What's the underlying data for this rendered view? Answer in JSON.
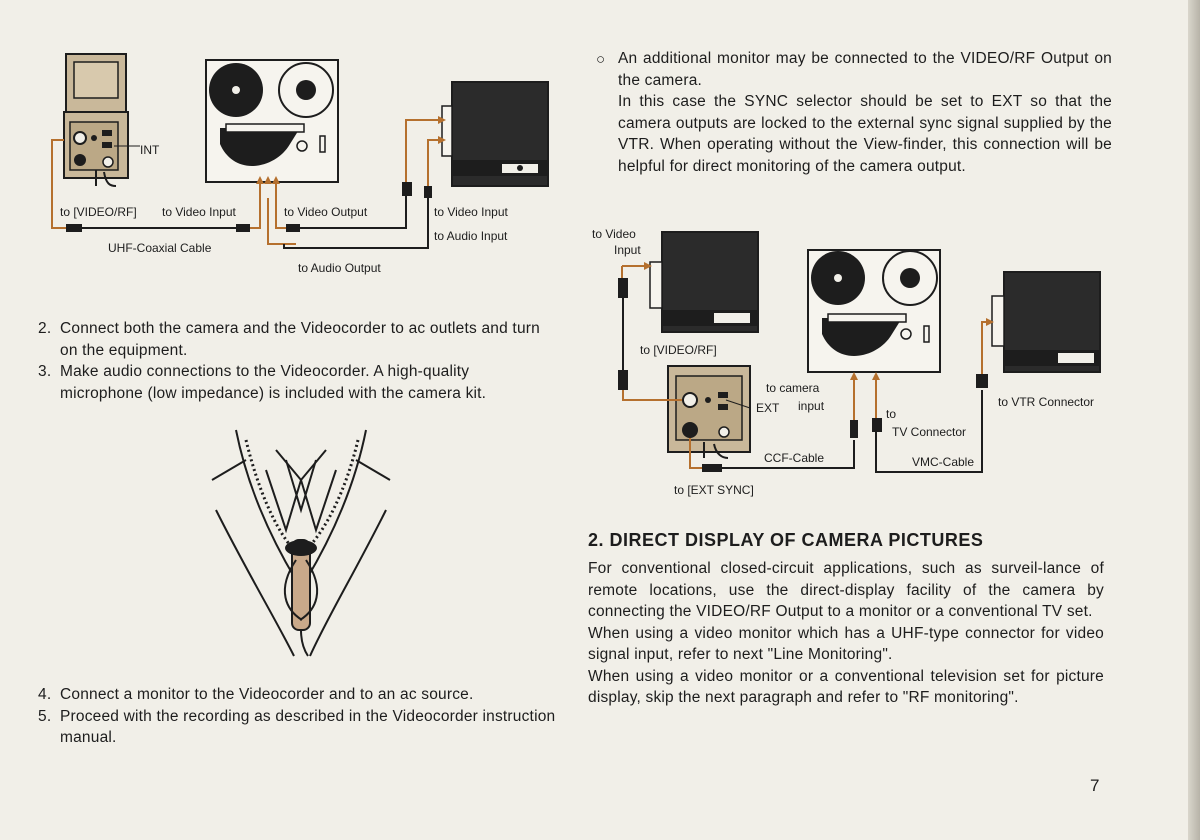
{
  "diagram1": {
    "labels": {
      "int": "INT",
      "to_video_rf": "to [VIDEO/RF]",
      "to_video_input_a": "to Video Input",
      "to_video_output": "to Video Output",
      "to_video_input_b": "to Video Input",
      "to_audio_input": "to Audio Input",
      "uhf_cable": "UHF-Coaxial Cable",
      "to_audio_output": "to Audio Output"
    }
  },
  "steps_upper": [
    {
      "num": "2.",
      "text": "Connect both the camera and the Videocorder to ac outlets and turn on the equipment."
    },
    {
      "num": "3.",
      "text": "Make audio connections to the Videocorder. A high-quality microphone (low impedance) is included with the camera kit."
    }
  ],
  "steps_lower": [
    {
      "num": "4.",
      "text": "Connect a monitor to the Videocorder and to an ac source."
    },
    {
      "num": "5.",
      "text": "Proceed with the recording as described in the Videocorder instruction manual."
    }
  ],
  "note": {
    "bullet": "○",
    "lines": [
      "An additional monitor may be connected to the VIDEO/RF Output on the camera.",
      "In this case the SYNC selector should be set to EXT so that the camera outputs are locked to the external sync signal supplied by the VTR. When operating without the View-finder, this connection will be helpful for direct monitoring of the camera output."
    ]
  },
  "diagram2": {
    "labels": {
      "to_video": "to Video",
      "input": "Input",
      "to_video_rf": "to [VIDEO/RF]",
      "to_camera": "to camera",
      "input2": "input",
      "ext": "EXT",
      "to": "to",
      "tv_connector": "TV Connector",
      "to_vtr_connector": "to VTR Connector",
      "ccf_cable": "CCF-Cable",
      "vmc_cable": "VMC-Cable",
      "to_ext_sync": "to [EXT SYNC]"
    }
  },
  "section": {
    "title": "2. DIRECT DISPLAY OF CAMERA PICTURES",
    "paragraphs": [
      "For conventional closed-circuit applications, such as surveil-lance of remote locations, use the direct-display facility of the camera by connecting the VIDEO/RF Output to a monitor or a conventional TV set.",
      "When using a video monitor which has a UHF-type connector for video signal input, refer to next \"Line Monitoring\".",
      "When using a video monitor or a conventional television set for picture display, skip the next paragraph and refer to \"RF monitoring\"."
    ]
  },
  "page_number": "7",
  "colors": {
    "ink": "#1d1d1d",
    "cable": "#b5702e",
    "paper": "#f1efe8",
    "camera_body": "#c9b89a"
  }
}
